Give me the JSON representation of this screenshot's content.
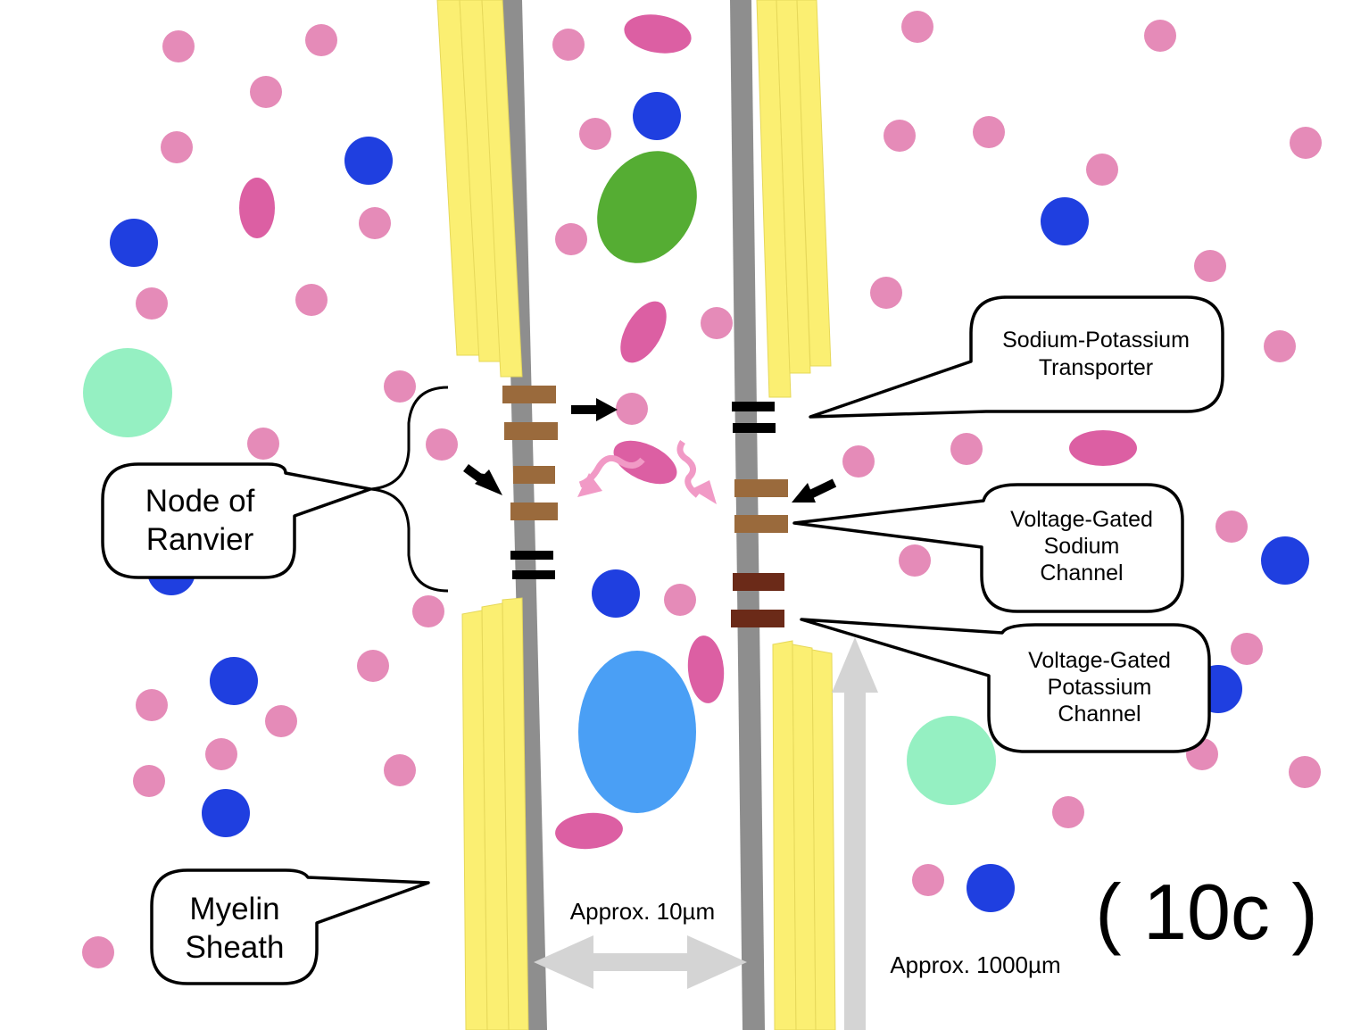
{
  "labels": {
    "node_of_ranvier": [
      "Node of",
      "Ranvier"
    ],
    "na_k_transporter": [
      "Sodium-Potassium",
      "Transporter"
    ],
    "vg_sodium": [
      "Voltage-Gated",
      "Sodium",
      "Channel"
    ],
    "vg_potassium": [
      "Voltage-Gated",
      "Potassium",
      "Channel"
    ],
    "myelin_sheath": [
      "Myelin",
      "Sheath"
    ],
    "width_measure": "Approx. 10µm",
    "length_measure": "Approx. 1000µm",
    "figure_id": "( 10c )"
  },
  "colors": {
    "sodium_ion": "#e58bb8",
    "potassium_ion": "#1f3fe0",
    "large_ion": "#dc5fa3",
    "myelin": "#fbef72",
    "membrane": "#8e8e8e",
    "na_channel": "#9a6a3c",
    "k_channel": "#6b2a18",
    "green_body": "#55ad33",
    "blue_body": "#4a9ff5",
    "mint_body": "#95f0c2"
  }
}
